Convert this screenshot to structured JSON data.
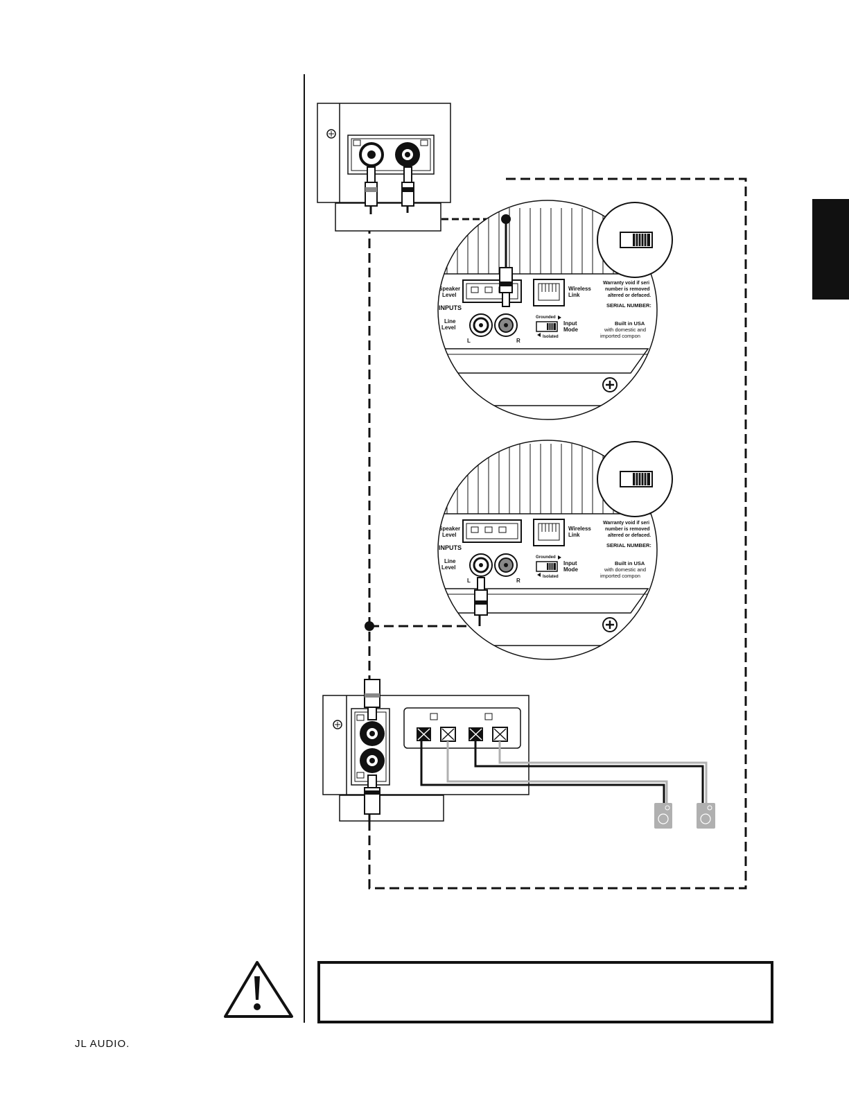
{
  "brand": {
    "logo_text": "JL AUDIO."
  },
  "panel_top": {
    "speaker_level_1": "Speaker",
    "speaker_level_2": "Level",
    "wireless_1": "Wireless",
    "wireless_2": "Link",
    "inputs": "INPUTS",
    "line_level_1": "Line",
    "line_level_2": "Level",
    "left": "L",
    "right": "R",
    "grounded": "Grounded",
    "isolated": "Isolated",
    "input_mode_1": "Input",
    "input_mode_2": "Mode",
    "warranty_1": "Warranty void if seri",
    "warranty_2": "number is removed",
    "warranty_3": "altered or defaced.",
    "serial": "SERIAL NUMBER:",
    "built_1": "Built in USA",
    "built_2": "with domestic and",
    "built_3": "imported compon"
  },
  "panel_bottom": {
    "speaker_level_1": "Speaker",
    "speaker_level_2": "Level",
    "wireless_1": "Wireless",
    "wireless_2": "Link",
    "inputs": "INPUTS",
    "line_level_1": "Line",
    "line_level_2": "Level",
    "left": "L",
    "right": "R",
    "grounded": "Grounded",
    "isolated": "Isolated",
    "input_mode_1": "Input",
    "input_mode_2": "Mode",
    "warranty_1": "Warranty void if seri",
    "warranty_2": "number is removed",
    "warranty_3": "altered or defaced.",
    "serial": "SERIAL NUMBER:",
    "built_1": "Built in USA",
    "built_2": "with domestic and",
    "built_3": "imported compon"
  },
  "colors": {
    "ink": "#111111",
    "speaker_gray": "#b0b0b0",
    "tab": "#111111"
  }
}
